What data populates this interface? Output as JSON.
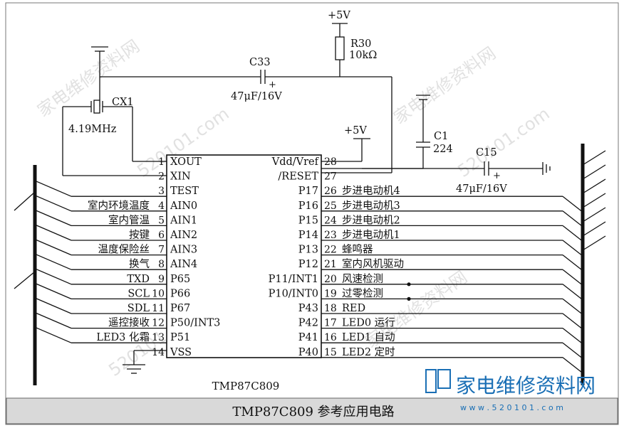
{
  "chip": {
    "name": "TMP87C809",
    "left_pins": [
      {
        "num": "1",
        "name": "XOUT",
        "label": ""
      },
      {
        "num": "2",
        "name": "XIN",
        "label": ""
      },
      {
        "num": "3",
        "name": "TEST",
        "label": ""
      },
      {
        "num": "4",
        "name": "AIN0",
        "label": "室内环境温度"
      },
      {
        "num": "5",
        "name": "AIN1",
        "label": "室内管温"
      },
      {
        "num": "6",
        "name": "AIN2",
        "label": "按键"
      },
      {
        "num": "7",
        "name": "AIN3",
        "label": "温度保险丝"
      },
      {
        "num": "8",
        "name": "AIN4",
        "label": "换气"
      },
      {
        "num": "9",
        "name": "P65",
        "label": "TXD"
      },
      {
        "num": "10",
        "name": "P66",
        "label": "SCL"
      },
      {
        "num": "11",
        "name": "P67",
        "label": "SDL"
      },
      {
        "num": "12",
        "name": "P50/INT3",
        "label": "遥控接收"
      },
      {
        "num": "13",
        "name": "P51",
        "label": "LED3 化霜"
      },
      {
        "num": "14",
        "name": "VSS",
        "label": ""
      }
    ],
    "right_pins": [
      {
        "num": "28",
        "name": "Vdd/Vref",
        "label": ""
      },
      {
        "num": "27",
        "name": "/RESET",
        "label": ""
      },
      {
        "num": "26",
        "name": "P17",
        "label": "步进电动机4"
      },
      {
        "num": "25",
        "name": "P16",
        "label": "步进电动机3"
      },
      {
        "num": "24",
        "name": "P15",
        "label": "步进电动机2"
      },
      {
        "num": "23",
        "name": "P14",
        "label": "步进电动机1"
      },
      {
        "num": "22",
        "name": "P13",
        "label": "蜂鸣器"
      },
      {
        "num": "21",
        "name": "P12",
        "label": "室内风机驱动"
      },
      {
        "num": "20",
        "name": "P11/INT1",
        "label": "风速检测"
      },
      {
        "num": "19",
        "name": "P10/INT0",
        "label": "过零检测"
      },
      {
        "num": "18",
        "name": "P43",
        "label": "RED"
      },
      {
        "num": "17",
        "name": "P42",
        "label": "LED0  运行"
      },
      {
        "num": "16",
        "name": "P41",
        "label": "LED1 自动"
      },
      {
        "num": "15",
        "name": "P40",
        "label": "LED2  定时"
      }
    ]
  },
  "components": {
    "supply": "+5V",
    "supply2": "+5V",
    "r30_name": "R30",
    "r30_value": "10kΩ",
    "c33_name": "C33",
    "c33_value": "47μF/16V",
    "cx1_name": "CX1",
    "cx1_value": "4.19MHz",
    "c1_name": "C1",
    "c1_value": "224",
    "c15_name": "C15",
    "c15_value": "47μF/16V",
    "plus_sign": "+"
  },
  "watermark": {
    "text1": "家电维修资料网",
    "text2": "520101.com",
    "logo_cn": "家电维修资料网",
    "logo_url": "w w w . 5 2 0 1 0 1 . c o m"
  },
  "caption": "TMP87C809 参考应用电路",
  "colors": {
    "line": "#111111",
    "caption_bg": "#d9d9d9",
    "logo_blue": "#1a6fb5",
    "logo_red": "#d42a20"
  }
}
